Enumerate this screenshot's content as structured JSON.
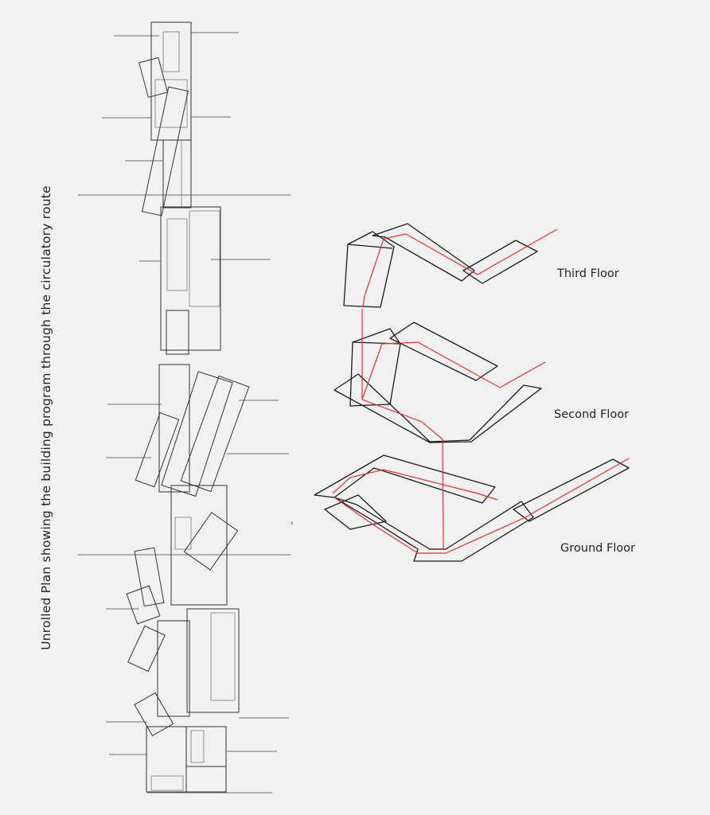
{
  "caption": "Unrolled Plan showing the building program through the circulatory route",
  "floors": {
    "third": "Third Floor",
    "second": "Second Floor",
    "ground": "Ground Floor"
  },
  "colors": {
    "route": "#e53030",
    "outline": "#1a1a1a",
    "background": "#f1f1f1"
  }
}
